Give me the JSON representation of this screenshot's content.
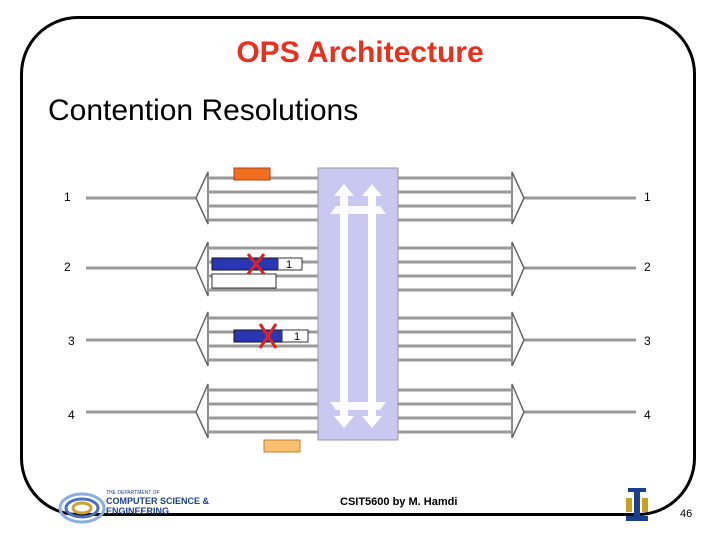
{
  "slide": {
    "title": "OPS Architecture",
    "subtitle": "Contention Resolutions",
    "footer": "CSIT5600 by M. Hamdi",
    "page_number": "46"
  },
  "inputs": [
    "1",
    "2",
    "3",
    "4"
  ],
  "outputs": [
    "1",
    "2",
    "3",
    "4"
  ],
  "packet_labels": {
    "p2": "1",
    "p3": "1"
  },
  "logo": {
    "line1": "THE DEPARTMENT OF",
    "line2": "COMPUTER SCIENCE &",
    "line3": "ENGINEERING"
  },
  "colors": {
    "title": "#e8301c",
    "packet_blue": "#2a37b4",
    "packet_orange": "#f07020",
    "packet_light_orange": "#f9c070",
    "switch_fill": "#c8c8f0",
    "drop_x": "#e02020"
  }
}
